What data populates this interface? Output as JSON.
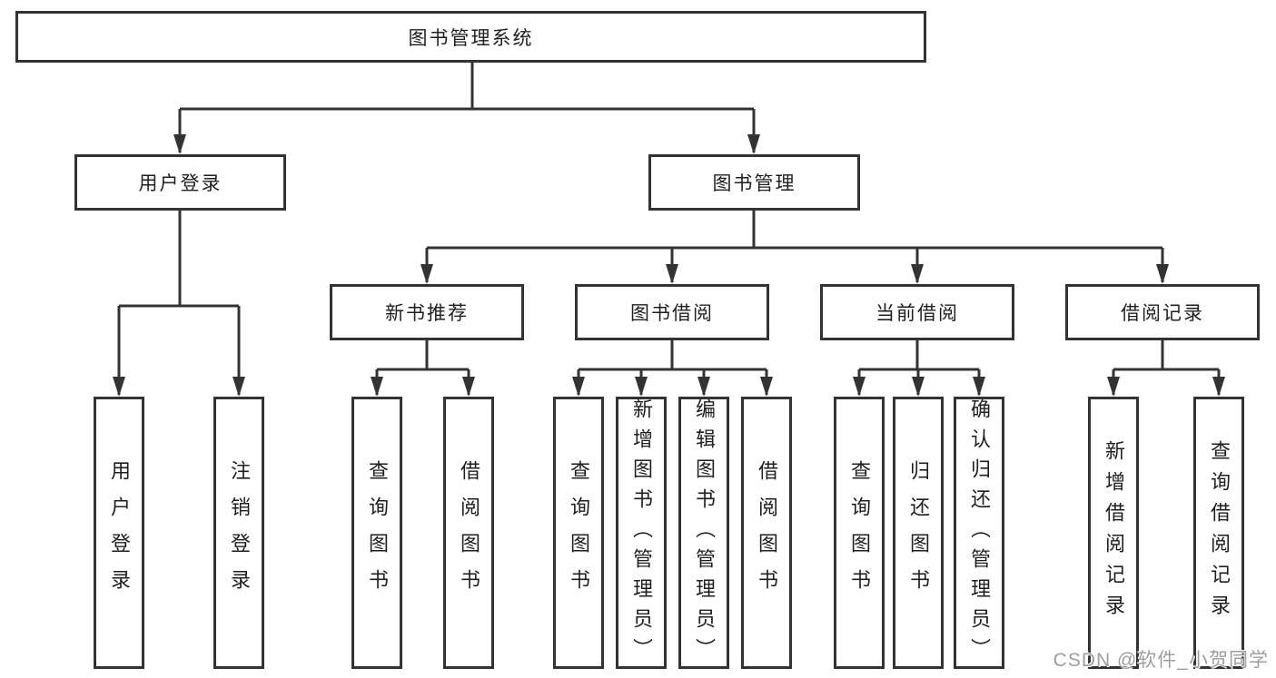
{
  "diagram": {
    "title": "图书管理系统",
    "level2": {
      "user_login": "用户登录",
      "book_management": "图书管理"
    },
    "level3": {
      "new_book_recommend": "新书推荐",
      "book_borrow": "图书借阅",
      "current_borrow": "当前借阅",
      "borrow_record": "借阅记录"
    },
    "leaves": {
      "user_login": "用户登录",
      "logout": "注销登录",
      "query_book_recommend": "查询图书",
      "borrow_book_recommend": "借阅图书",
      "query_book_borrow": "查询图书",
      "add_book_admin": "新增图书（管理员）",
      "edit_book_admin": "编辑图书（管理员）",
      "borrow_book": "借阅图书",
      "query_book_current": "查询图书",
      "return_book": "归还图书",
      "confirm_return_admin": "确认归还（管理员）",
      "add_borrow_record": "新增借阅记录",
      "query_borrow_record": "查询借阅记录"
    }
  },
  "watermark": "CSDN @软件_小贺同学",
  "colors": {
    "line": "#333333",
    "box_border": "#333333",
    "text": "#1f1f1f",
    "watermark": "#9e9e9e",
    "background": "#ffffff"
  }
}
